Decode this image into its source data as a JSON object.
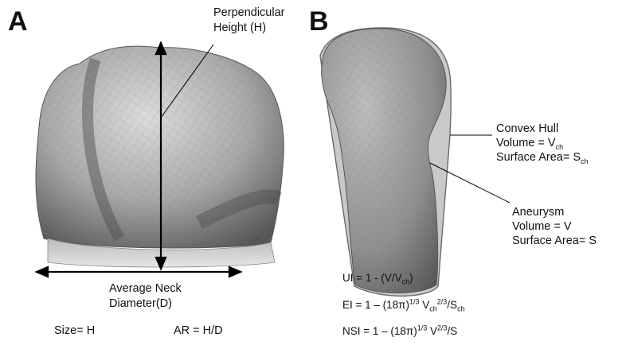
{
  "panel_a": {
    "letter": "A",
    "height_label": [
      "Perpendicular",
      "Height (H)"
    ],
    "neck_label": [
      "Average Neck",
      "Diameter(D)"
    ],
    "size_formula": "Size= H",
    "ar_formula": "AR = H/D"
  },
  "panel_b": {
    "letter": "B",
    "hull": {
      "title": "Convex Hull",
      "volume_prefix": "Volume = V",
      "volume_sub": "ch",
      "area_prefix": "Surface Area= S",
      "area_sub": "ch"
    },
    "aneurysm": {
      "title": "Aneurysm",
      "volume": "Volume = V",
      "area": "Surface Area= S"
    },
    "ui": {
      "a": "UI = 1 - (V/V",
      "sub": "ch",
      "b": ")"
    },
    "ei": {
      "a": "EI = 1 – (18π)",
      "sup1": "1/3",
      "b": " V",
      "sub1": "ch",
      "sup2": "2/3",
      "c": "/S",
      "sub2": "ch"
    },
    "nsi": {
      "a": "NSI = 1 – (18π)",
      "sup1": "1/3",
      "b": " V",
      "sup2": "2/3",
      "c": "/S"
    }
  }
}
